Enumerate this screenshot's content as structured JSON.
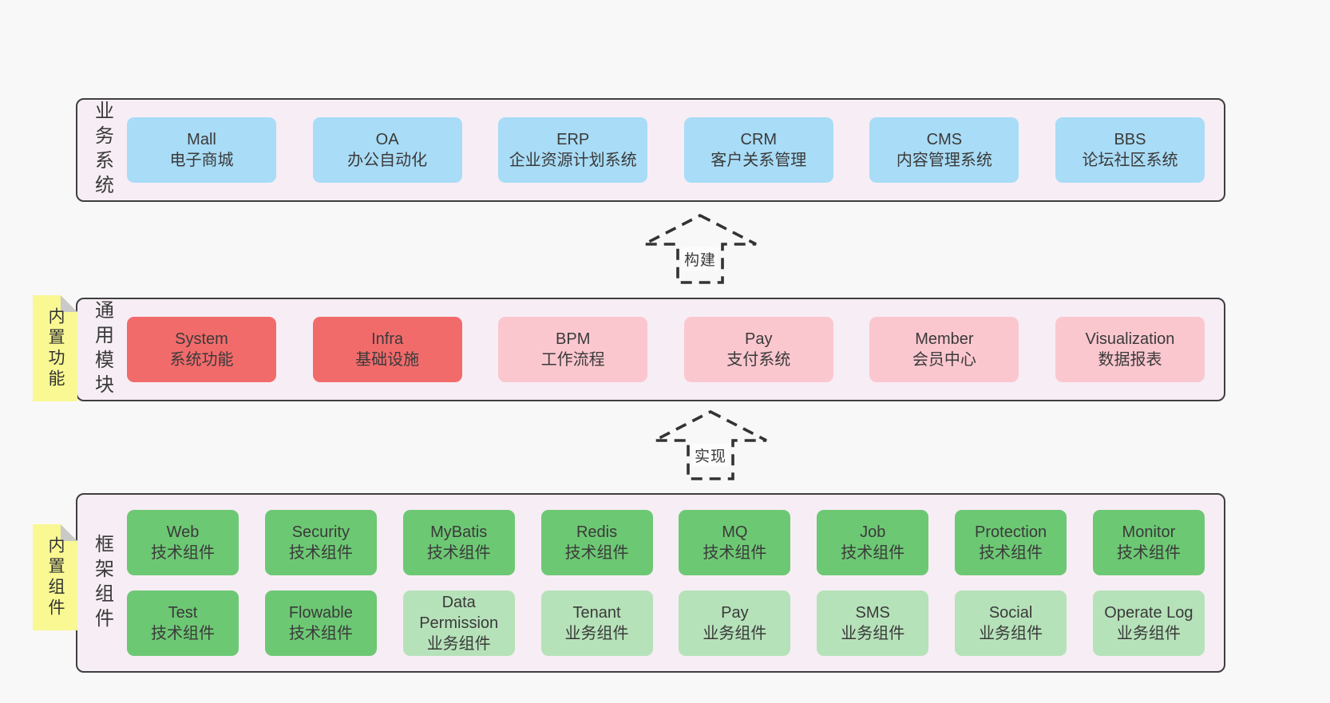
{
  "colors": {
    "page_bg": "#f8f8f8",
    "container_bg": "#f7edf5",
    "container_border": "#3f3f3f",
    "blue": "#a9dcf6",
    "red": "#f26b6b",
    "pink": "#fbc7cf",
    "green": "#6dc874",
    "lightgreen": "#b6e2b9",
    "note_bg": "#f9f893",
    "note_fold": "#c9c9c9",
    "text": "#3a3a3a"
  },
  "arrows": [
    {
      "label": "构建"
    },
    {
      "label": "实现"
    }
  ],
  "layers": [
    {
      "id": "business",
      "label": "业务系统",
      "rows": [
        [
          {
            "title": "Mall",
            "subtitle": "电子商城",
            "variant": "blue"
          },
          {
            "title": "OA",
            "subtitle": "办公自动化",
            "variant": "blue"
          },
          {
            "title": "ERP",
            "subtitle": "企业资源计划系统",
            "variant": "blue"
          },
          {
            "title": "CRM",
            "subtitle": "客户关系管理",
            "variant": "blue"
          },
          {
            "title": "CMS",
            "subtitle": "内容管理系统",
            "variant": "blue"
          },
          {
            "title": "BBS",
            "subtitle": "论坛社区系统",
            "variant": "blue"
          }
        ]
      ]
    },
    {
      "id": "modules",
      "label": "通用模块",
      "note": "内置功能",
      "rows": [
        [
          {
            "title": "System",
            "subtitle": "系统功能",
            "variant": "red"
          },
          {
            "title": "Infra",
            "subtitle": "基础设施",
            "variant": "red"
          },
          {
            "title": "BPM",
            "subtitle": "工作流程",
            "variant": "pink"
          },
          {
            "title": "Pay",
            "subtitle": "支付系统",
            "variant": "pink"
          },
          {
            "title": "Member",
            "subtitle": "会员中心",
            "variant": "pink"
          },
          {
            "title": "Visualization",
            "subtitle": "数据报表",
            "variant": "pink"
          }
        ]
      ]
    },
    {
      "id": "components",
      "label": "框架组件",
      "note": "内置组件",
      "rows": [
        [
          {
            "title": "Web",
            "subtitle": "技术组件",
            "variant": "green"
          },
          {
            "title": "Security",
            "subtitle": "技术组件",
            "variant": "green"
          },
          {
            "title": "MyBatis",
            "subtitle": "技术组件",
            "variant": "green"
          },
          {
            "title": "Redis",
            "subtitle": "技术组件",
            "variant": "green"
          },
          {
            "title": "MQ",
            "subtitle": "技术组件",
            "variant": "green"
          },
          {
            "title": "Job",
            "subtitle": "技术组件",
            "variant": "green"
          },
          {
            "title": "Protection",
            "subtitle": "技术组件",
            "variant": "green"
          },
          {
            "title": "Monitor",
            "subtitle": "技术组件",
            "variant": "green"
          }
        ],
        [
          {
            "title": "Test",
            "subtitle": "技术组件",
            "variant": "green"
          },
          {
            "title": "Flowable",
            "subtitle": "技术组件",
            "variant": "green"
          },
          {
            "title": "Data Permission",
            "subtitle": "业务组件",
            "variant": "lightgreen"
          },
          {
            "title": "Tenant",
            "subtitle": "业务组件",
            "variant": "lightgreen"
          },
          {
            "title": "Pay",
            "subtitle": "业务组件",
            "variant": "lightgreen"
          },
          {
            "title": "SMS",
            "subtitle": "业务组件",
            "variant": "lightgreen"
          },
          {
            "title": "Social",
            "subtitle": "业务组件",
            "variant": "lightgreen"
          },
          {
            "title": "Operate Log",
            "subtitle": "业务组件",
            "variant": "lightgreen"
          }
        ]
      ]
    }
  ]
}
